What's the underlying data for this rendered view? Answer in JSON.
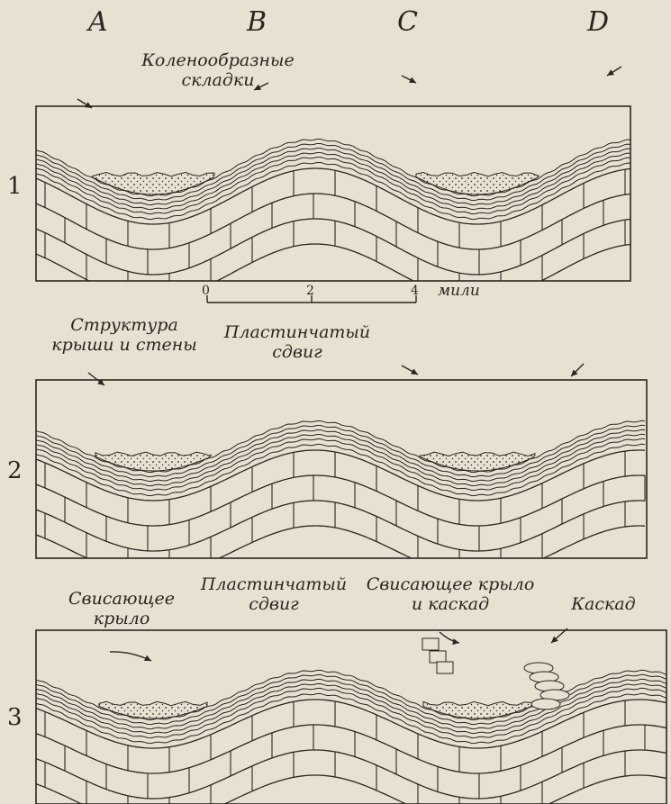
{
  "columns": [
    "A",
    "B",
    "C",
    "D"
  ],
  "panels": [
    {
      "number": "1",
      "labels": [
        {
          "text": "Коленообразные\nскладки"
        }
      ]
    },
    {
      "number": "2",
      "labels": [
        {
          "text": "Структура\nкрыши и стены"
        },
        {
          "text": "Пластинчатый\nсдвиг"
        }
      ]
    },
    {
      "number": "3",
      "labels": [
        {
          "text": "Свисающее\nкрыло"
        },
        {
          "text": "Пластинчатый\nсдвиг"
        },
        {
          "text": "Свисающее крыло\nи каскад"
        },
        {
          "text": "Каскад"
        }
      ]
    }
  ],
  "scale": {
    "ticks": [
      "0",
      "2",
      "4"
    ],
    "unit": "мили"
  },
  "colors": {
    "paper": "#e7e1d2",
    "ink": "#2a2620",
    "fill": "#d9d2c0"
  }
}
